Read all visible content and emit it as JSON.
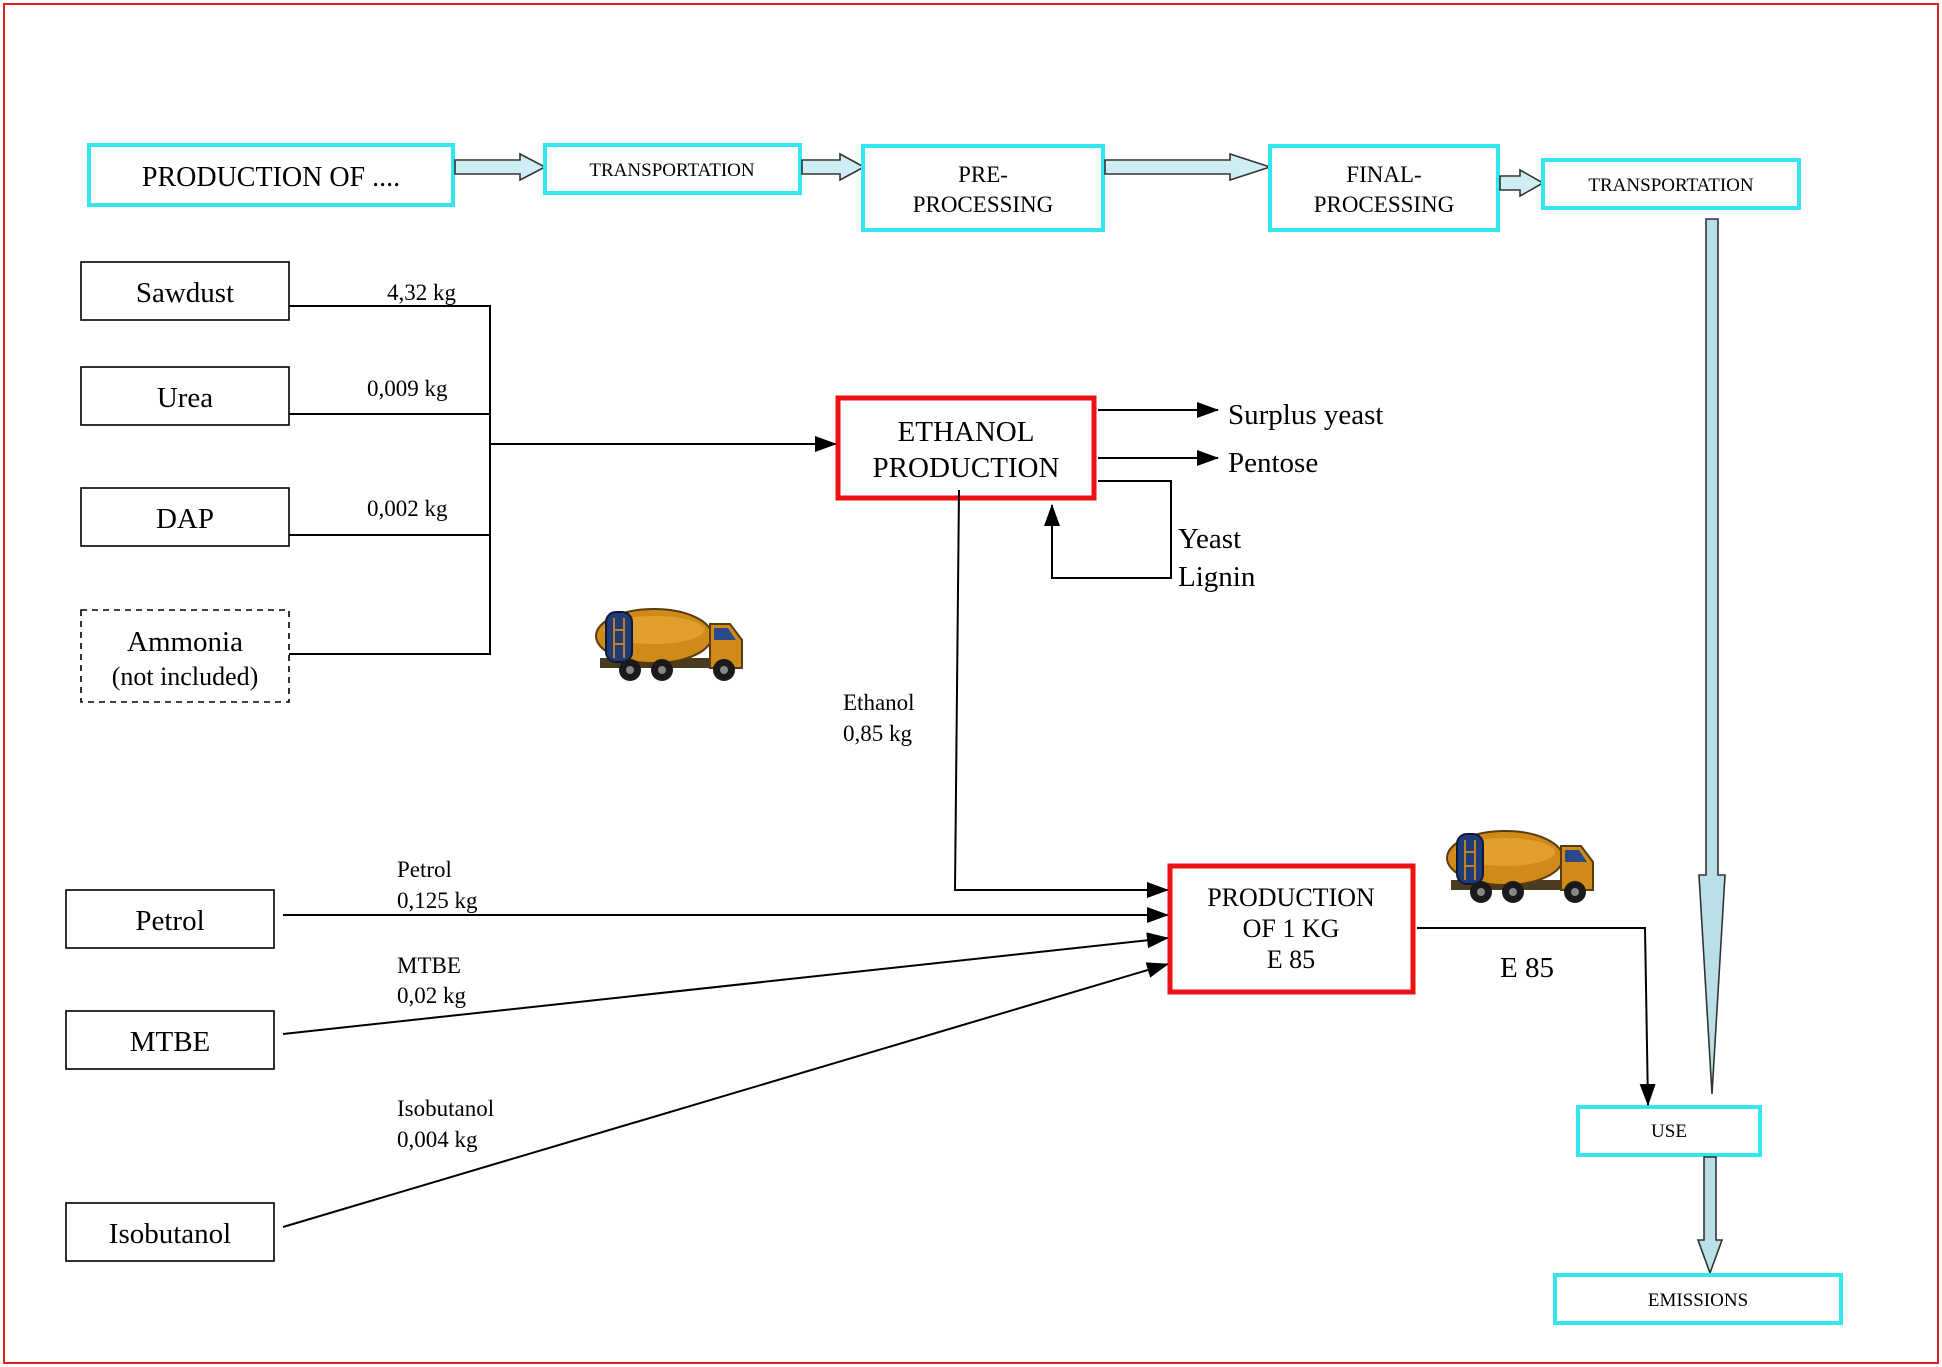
{
  "process_chain": {
    "production_of": "PRODUCTION OF ....",
    "transportation_1": "TRANSPORTATION",
    "pre_processing": [
      "PRE-",
      "PROCESSING"
    ],
    "final_processing": [
      "FINAL-",
      "PROCESSING"
    ],
    "transportation_2": "TRANSPORTATION",
    "use": "USE",
    "emissions": "EMISSIONS"
  },
  "inputs_ethanol": {
    "sawdust": {
      "label": "Sawdust",
      "amount": "4,32 kg"
    },
    "urea": {
      "label": "Urea",
      "amount": "0,009 kg"
    },
    "dap": {
      "label": "DAP",
      "amount": "0,002 kg"
    },
    "ammonia": {
      "label": "Ammonia",
      "note": "(not included)"
    }
  },
  "ethanol_production": {
    "lines": [
      "ETHANOL",
      "PRODUCTION"
    ],
    "outputs": [
      "Surplus yeast",
      "Pentose"
    ],
    "recycle": [
      "Yeast",
      "Lignin"
    ],
    "product": [
      "Ethanol",
      "0,85 kg"
    ]
  },
  "inputs_e85": {
    "petrol": {
      "label": "Petrol",
      "flow": [
        "Petrol",
        "0,125 kg"
      ]
    },
    "mtbe": {
      "label": "MTBE",
      "flow": [
        "MTBE",
        "0,02 kg"
      ]
    },
    "isobutanol": {
      "label": "Isobutanol",
      "flow": [
        "Isobutanol",
        "0,004 kg"
      ]
    }
  },
  "e85_production": {
    "lines": [
      "PRODUCTION",
      "OF 1 KG",
      "E 85"
    ],
    "product": "E 85"
  },
  "icons": [
    "tanker-truck-icon",
    "tanker-truck-icon"
  ],
  "colors": {
    "frame": "#e02020",
    "process_box": "#33e6f0",
    "highlight_box": "#ee1111",
    "arrow_fill": "#b9e0e6"
  }
}
